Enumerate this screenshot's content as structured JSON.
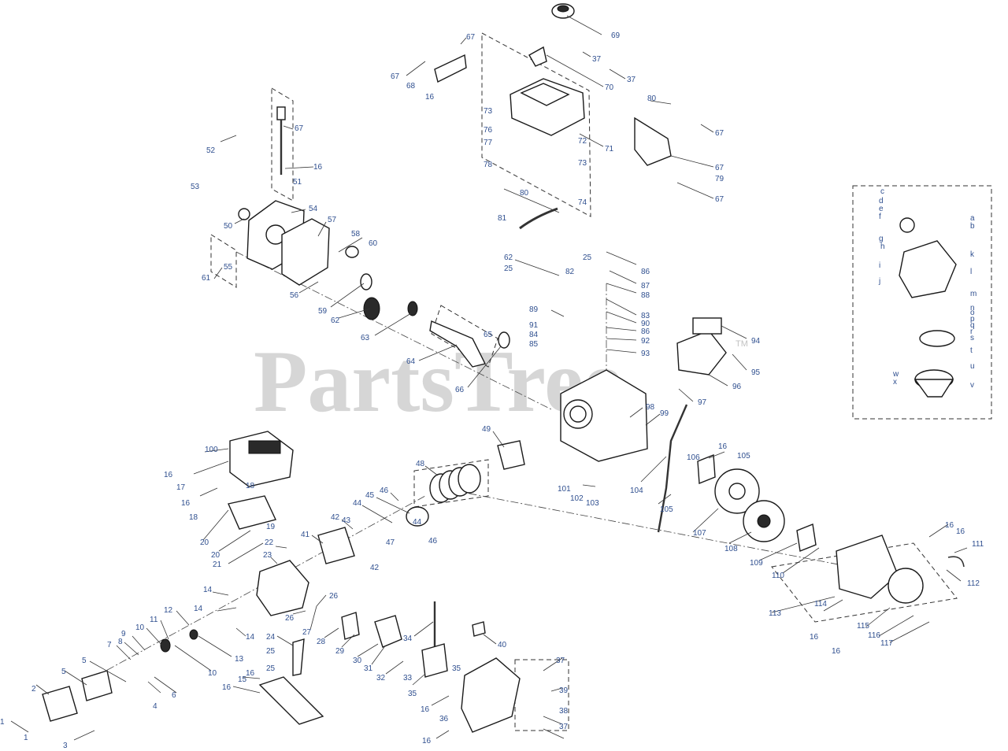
{
  "watermark": {
    "text": "PartsTree",
    "trademark": "TM"
  },
  "callouts": [
    "69",
    "67",
    "37",
    "37",
    "67",
    "68",
    "16",
    "70",
    "73",
    "76",
    "72",
    "71",
    "77",
    "78",
    "73",
    "74",
    "80",
    "81",
    "80",
    "67",
    "67",
    "79",
    "67",
    "67",
    "52",
    "16",
    "51",
    "53",
    "50",
    "54",
    "57",
    "58",
    "60",
    "61",
    "55",
    "56",
    "59",
    "62",
    "63",
    "64",
    "65",
    "66",
    "62",
    "25",
    "82",
    "25",
    "86",
    "87",
    "88",
    "89",
    "83",
    "90",
    "91",
    "84",
    "85",
    "86",
    "92",
    "93",
    "94",
    "95",
    "96",
    "97",
    "98",
    "99",
    "100",
    "16",
    "17",
    "16",
    "18",
    "18",
    "19",
    "20",
    "20",
    "21",
    "22",
    "23",
    "49",
    "48",
    "46",
    "45",
    "44",
    "43",
    "42",
    "44",
    "47",
    "46",
    "41",
    "42",
    "101",
    "102",
    "103",
    "104",
    "105",
    "106",
    "16",
    "105",
    "107",
    "108",
    "109",
    "110",
    "111",
    "16",
    "16",
    "112",
    "113",
    "114",
    "115",
    "116",
    "117",
    "16",
    "16",
    "14",
    "14",
    "14",
    "26",
    "26",
    "27",
    "28",
    "29",
    "30",
    "31",
    "32",
    "33",
    "34",
    "35",
    "35",
    "40",
    "24",
    "25",
    "25",
    "12",
    "11",
    "10",
    "9",
    "8",
    "7",
    "13",
    "10",
    "5",
    "6",
    "4",
    "5",
    "2",
    "1",
    "1",
    "3",
    "15",
    "16",
    "16",
    "36",
    "16",
    "37",
    "39",
    "38",
    "37",
    "16",
    "c",
    "d",
    "e",
    "f",
    "a",
    "b",
    "g",
    "h",
    "i",
    "k",
    "j",
    "l",
    "m",
    "n",
    "o",
    "p",
    "q",
    "r",
    "s",
    "t",
    "w",
    "x",
    "u",
    "v"
  ]
}
